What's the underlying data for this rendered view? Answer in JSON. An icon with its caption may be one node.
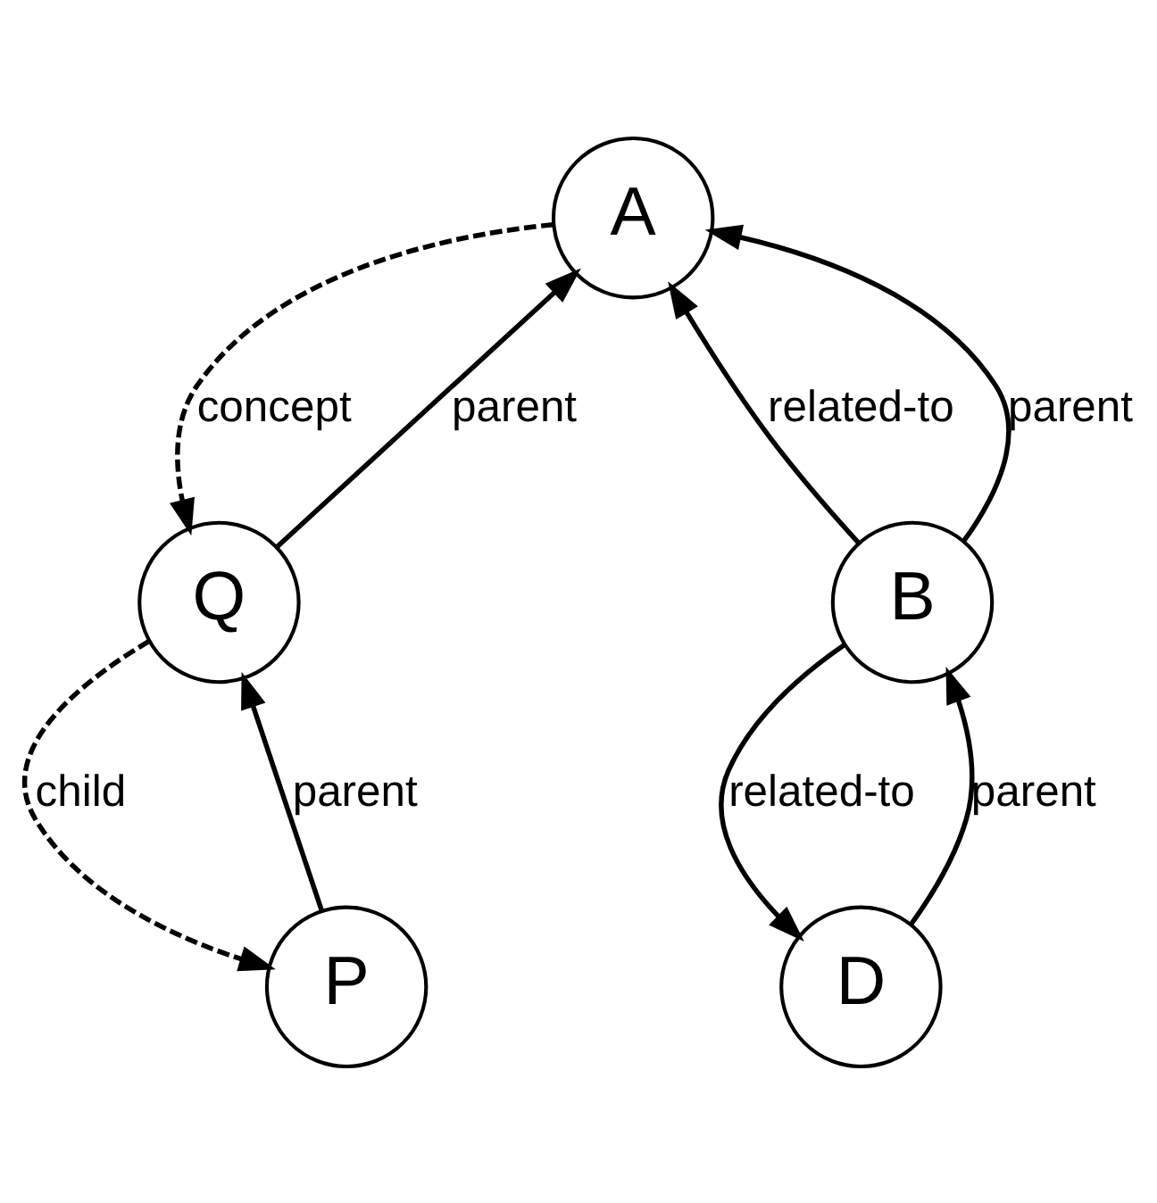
{
  "diagram": {
    "nodes": [
      {
        "text": [
          "A"
        ]
      },
      {
        "text": [
          "B"
        ]
      },
      {
        "text": [
          "Q"
        ]
      },
      {
        "text": [
          "D"
        ]
      },
      {
        "text": [
          "P"
        ]
      }
    ],
    "edges": [
      {
        "from": 1,
        "to": 0,
        "arrow": "to",
        "label": "related-to"
      },
      {
        "from": 1,
        "to": 0,
        "arrow": "to",
        "label": "parent"
      },
      {
        "from": 2,
        "to": 0,
        "arrow": "to",
        "label": "parent"
      },
      {
        "from": 0,
        "to": 2,
        "arrow": "to",
        "label": "concept",
        "style": "dashed"
      },
      {
        "from": 3,
        "to": 1,
        "arrow": "to",
        "label": "parent"
      },
      {
        "from": 1,
        "to": 3,
        "arrow": "to",
        "label": "related-to"
      },
      {
        "from": 2,
        "to": 4,
        "arrow": "to",
        "label": "child",
        "style": "dashed"
      },
      {
        "from": 4,
        "to": 2,
        "arrow": "to",
        "label": "parent"
      }
    ]
  }
}
